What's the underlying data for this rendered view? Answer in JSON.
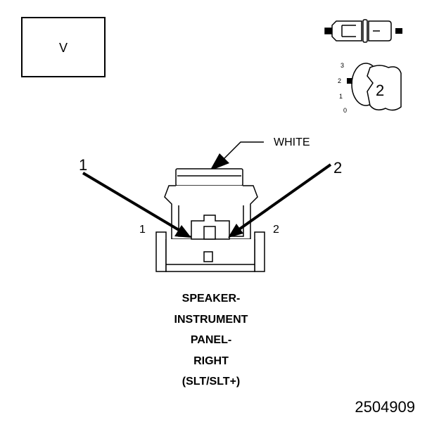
{
  "view_label": "V",
  "wire_color_label": "WHITE",
  "callouts": {
    "left": "1",
    "right": "2"
  },
  "cavity_labels": {
    "left": "1",
    "right": "2"
  },
  "locator": {
    "position_numbers": [
      "3",
      "2",
      "1",
      "0"
    ],
    "selected_position": "2"
  },
  "caption_lines": [
    "SPEAKER-",
    "INSTRUMENT",
    "PANEL-",
    "RIGHT",
    "(SLT/SLT+)"
  ],
  "figure_number": "2504909"
}
